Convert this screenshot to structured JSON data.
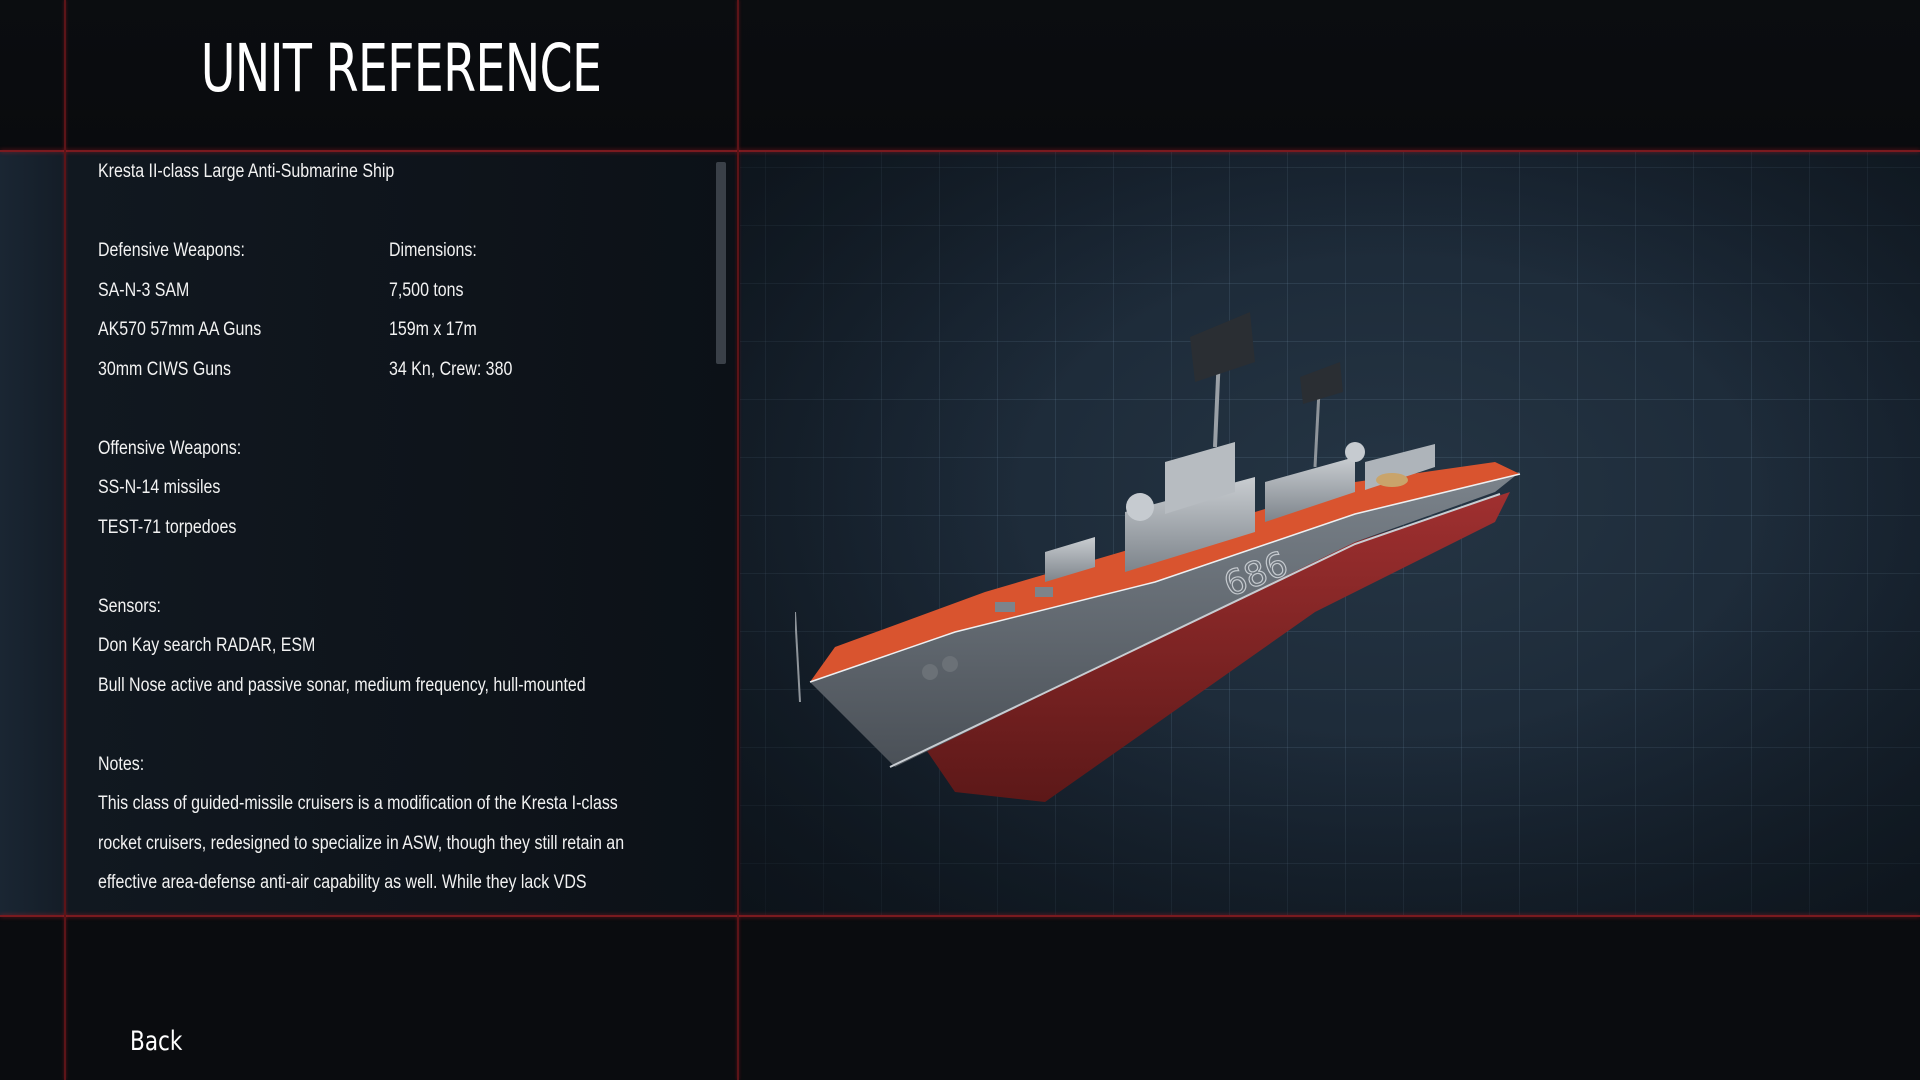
{
  "header": {
    "title": "UNIT REFERENCE"
  },
  "unit": {
    "name": "Kresta II-class Large Anti-Submarine Ship",
    "defensive_label": "Defensive Weapons:",
    "defensive": [
      "SA-N-3 SAM",
      "AK570 57mm AA Guns",
      "30mm CIWS Guns"
    ],
    "dimensions_label": "Dimensions:",
    "dimensions": [
      "7,500 tons",
      "159m x 17m",
      "34 Kn, Crew: 380"
    ],
    "offensive_label": "Offensive Weapons:",
    "offensive": [
      "SS-N-14 missiles",
      "TEST-71 torpedoes"
    ],
    "sensors_label": "Sensors:",
    "sensors": [
      "Don Kay search RADAR, ESM",
      "Bull Nose active and passive sonar, medium frequency, hull-mounted"
    ],
    "notes_label": "Notes:",
    "notes": [
      "This class of guided-missile cruisers is a modification of the Kresta I-class",
      "rocket cruisers, redesigned to specialize in ASW, though they still retain an",
      "effective area-defense anti-air capability as well. While they lack VDS"
    ],
    "hull_number": "686"
  },
  "scroll": {
    "position_fraction": 0.0
  },
  "footer": {
    "back_label": "Back"
  },
  "colors": {
    "accent_line": "#7a1a1f",
    "deck": "#d9542f",
    "hull": "#5d646b",
    "hull_bottom": "#8a2424"
  }
}
